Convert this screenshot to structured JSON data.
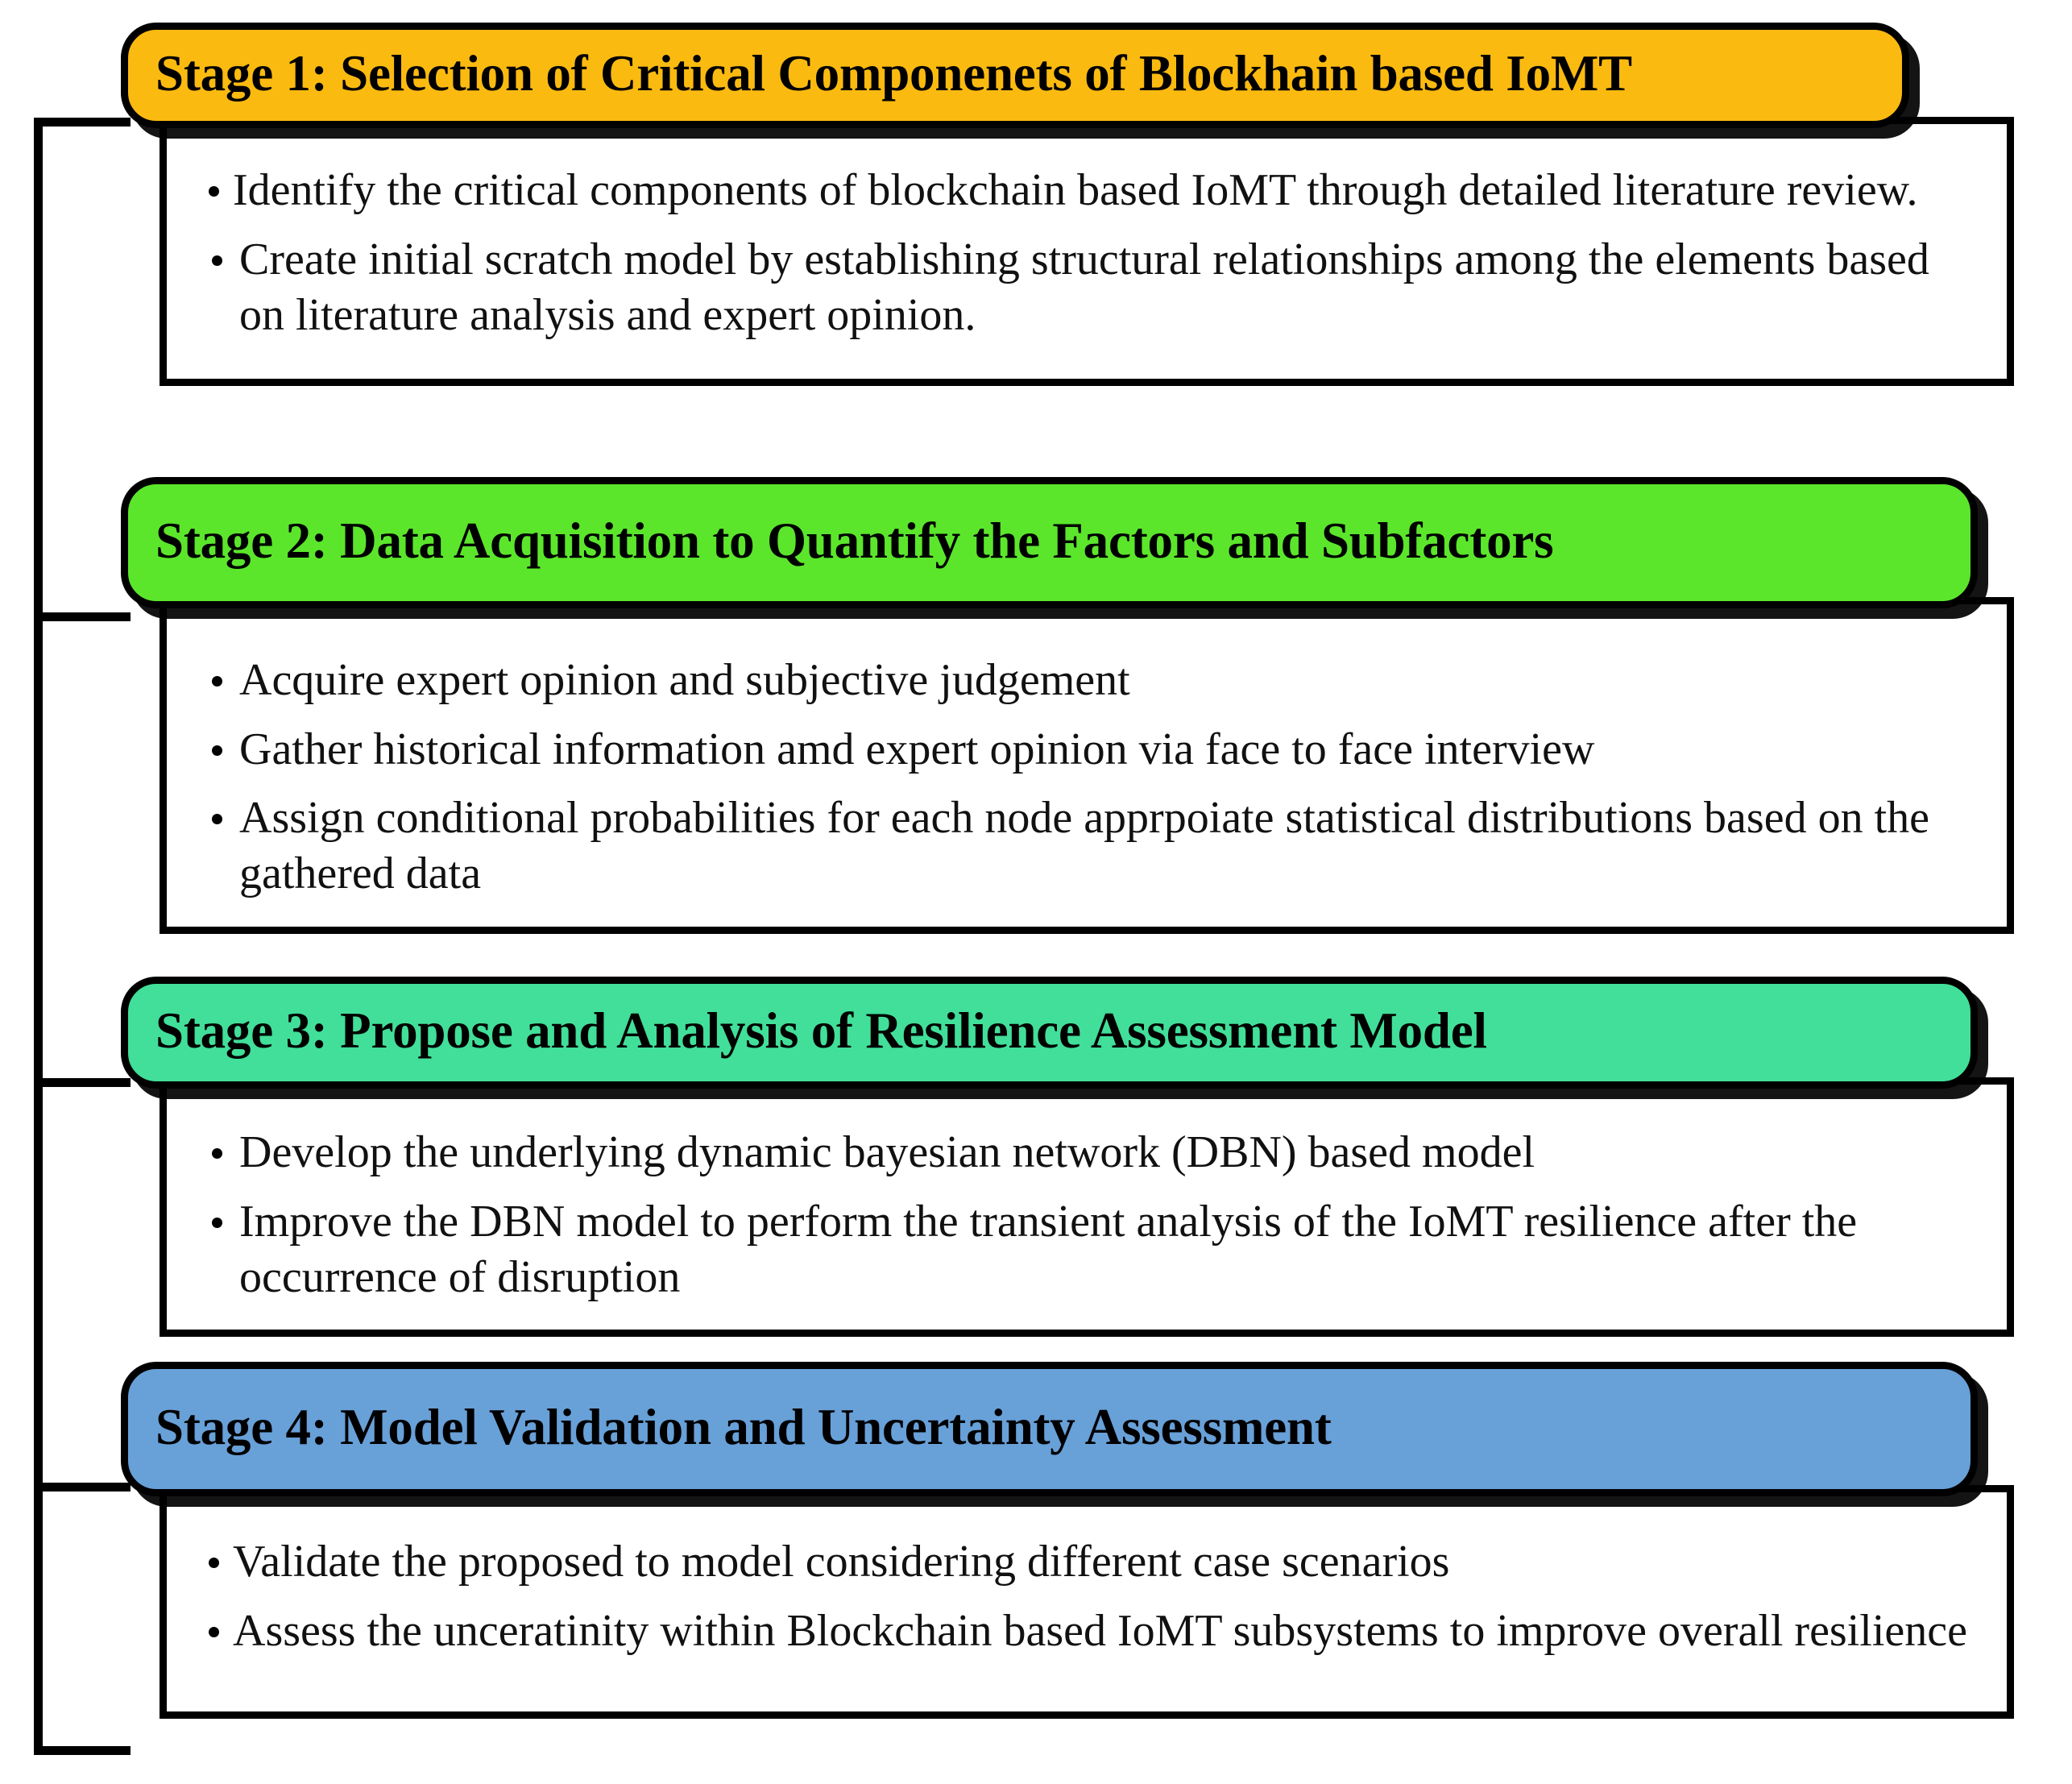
{
  "figure": {
    "type": "process-flow-diagram",
    "orientation": "vertical",
    "stage_count": 4
  },
  "colors": {
    "stage1_header": "#FBBA10",
    "stage2_header": "#5BE62B",
    "stage3_header": "#41DF99",
    "stage4_header": "#68A0D8",
    "outline": "#000000",
    "body_background": "#FFFFFF",
    "text": "#000000"
  },
  "stages": [
    {
      "id": "stage-1",
      "title": "Stage 1: Selection of Critical Componenets of Blockhain based IoMT",
      "header_color": "#FBBA10",
      "bullets": [
        "Identify the critical components of  blockchain based IoMT through detailed literature review.",
        "Create initial scratch model by establishing structural relationships among the elements based on literature analysis and expert opinion."
      ]
    },
    {
      "id": "stage-2",
      "title": "Stage 2: Data Acquisition to Quantify the Factors and Subfactors",
      "header_color": "#5BE62B",
      "bullets": [
        "Acquire expert opinion and subjective judgement",
        "Gather historical information amd expert opinion via face to face interview",
        "Assign conditional probabilities for each node apprpoiate statistical distributions based on the gathered data"
      ]
    },
    {
      "id": "stage-3",
      "title": "Stage 3: Propose and Analysis of Resilience Assessment Model",
      "header_color": "#41DF99",
      "bullets": [
        "Develop the underlying dynamic bayesian network (DBN) based model",
        "Improve the DBN model to perform the transient analysis of the IoMT resilience after the occurrence of disruption"
      ]
    },
    {
      "id": "stage-4",
      "title": "Stage 4: Model Validation and Uncertainty Assessment",
      "header_color": "#68A0D8",
      "bullets": [
        "Validate the proposed to model considering different case scenarios",
        "Assess the unceratinity within Blockchain based IoMT subsystems to improve overall resilience"
      ]
    }
  ]
}
